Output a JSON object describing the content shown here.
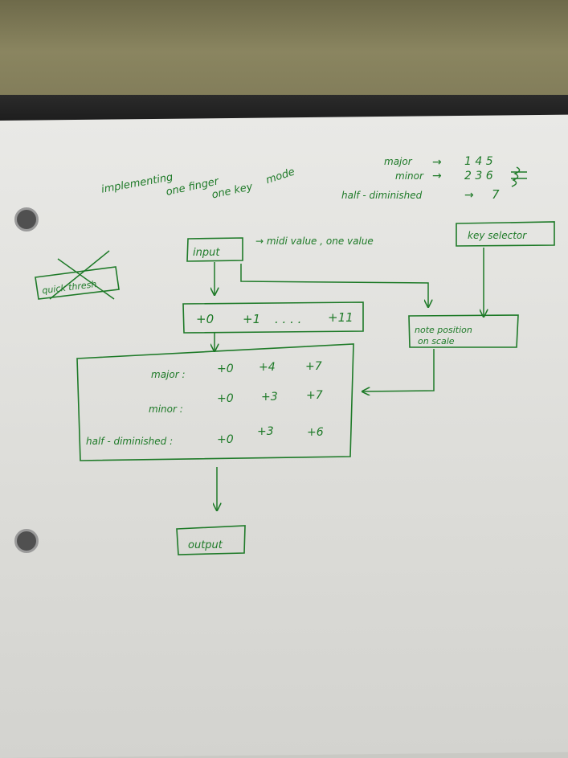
{
  "heading": {
    "line1": "implementing",
    "line2": "one finger",
    "line3": "one key",
    "line4": "mode"
  },
  "legend": {
    "major_label": "major",
    "major_arrow": "→",
    "major_vals": "1 4 5",
    "minor_label": "minor",
    "minor_arrow": "→",
    "minor_vals": "2 3 6",
    "half_label": "half - diminished",
    "half_arrow": "→",
    "half_vals": "7"
  },
  "crossed_box": {
    "text": "quick thresh"
  },
  "input_box": {
    "label": "input"
  },
  "input_note": {
    "text": "→ midi value , one value"
  },
  "key_selector": {
    "label": "key selector"
  },
  "offsets_box": {
    "o0": "+0",
    "o1": "+1",
    "dots": ". . . .",
    "o11": "+11"
  },
  "note_position": {
    "line1": "note position",
    "line2": "on scale"
  },
  "chord_table": {
    "rows": [
      {
        "label": "major :",
        "a": "+0",
        "b": "+4",
        "c": "+7"
      },
      {
        "label": "minor :",
        "a": "+0",
        "b": "+3",
        "c": "+7"
      },
      {
        "label": "half - diminished :",
        "a": "+0",
        "b": "+3",
        "c": "+6"
      }
    ]
  },
  "output_box": {
    "label": "output"
  },
  "colors": {
    "ink": "#1e7a28",
    "paper": "#e5e5e2",
    "desk": "#7d7856"
  }
}
